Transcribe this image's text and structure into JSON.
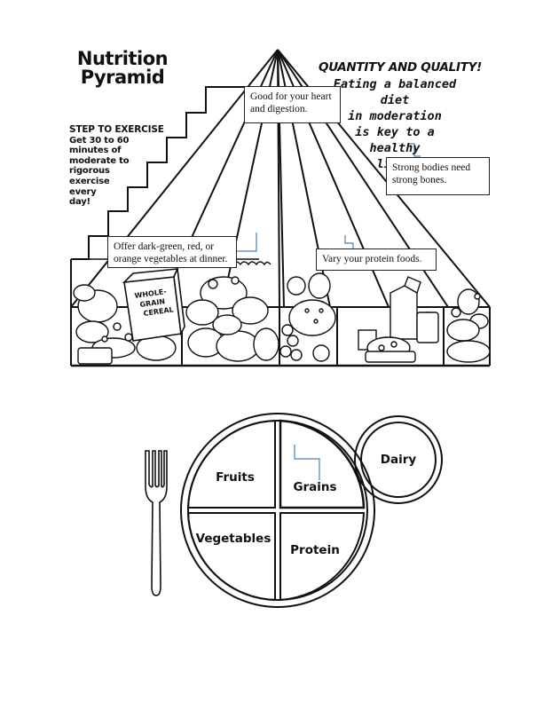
{
  "pyramid": {
    "title_line1": "Nutrition",
    "title_line2": "Pyramid",
    "headline": "QUANTITY AND QUALITY!",
    "message_lines": [
      "Eating a balanced diet",
      "in moderation",
      "is key to a",
      "healthy",
      "life."
    ],
    "exercise": {
      "heading": "STEP TO EXERCISE",
      "lines": [
        "Get 30 to 60",
        "minutes of",
        "moderate to",
        "rigorous",
        "exercise",
        "every",
        "day!"
      ]
    },
    "cereal_box_lines": [
      "WHOLE-",
      "GRAIN",
      "CEREAL"
    ],
    "notes": {
      "heart": "Good for your heart and digestion.",
      "bones": "Strong bodies need strong bones.",
      "vegetables": "Offer dark-green, red, or orange vegetables at dinner.",
      "protein": "Vary your protein foods."
    }
  },
  "plate": {
    "fruits": "Fruits",
    "grains": "Grains",
    "vegetables": "Vegetables",
    "protein": "Protein",
    "dairy": "Dairy"
  },
  "colors": {
    "ink": "#111111",
    "connector": "#4a7fb5",
    "background": "#ffffff"
  }
}
